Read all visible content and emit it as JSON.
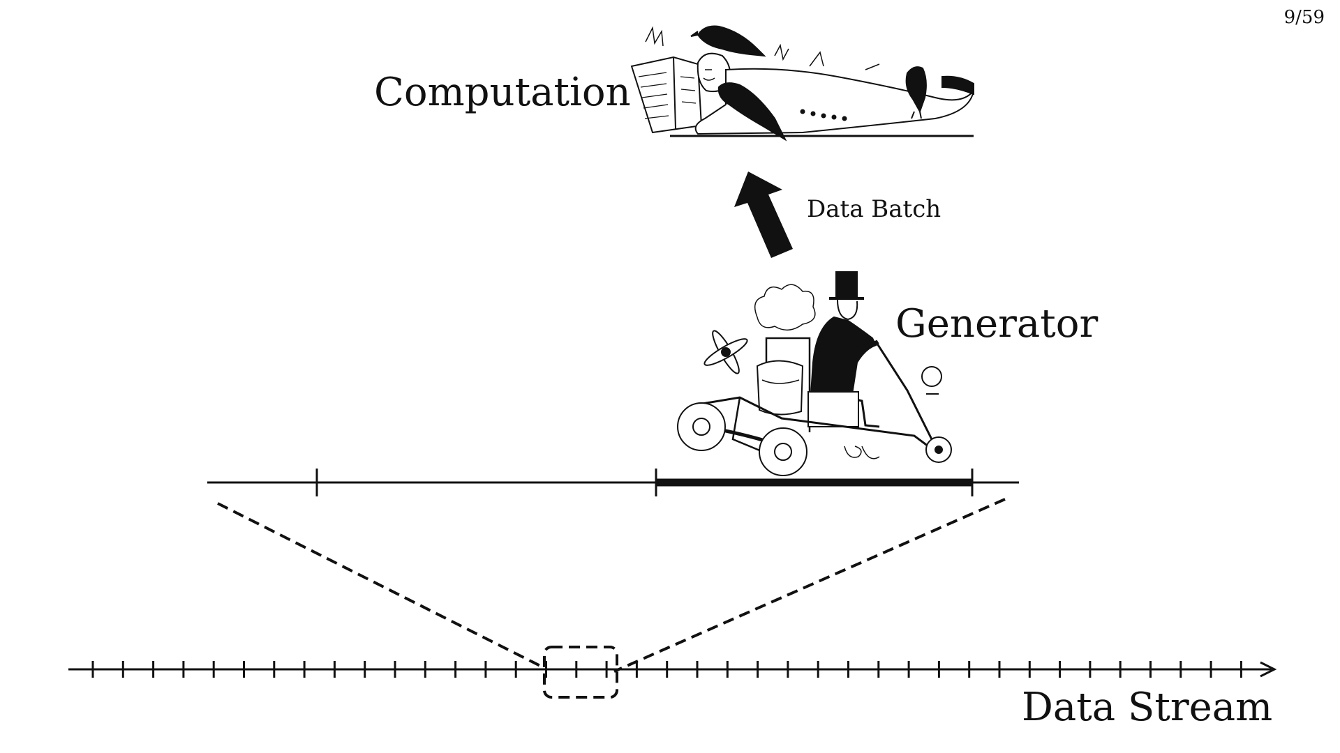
{
  "slide": {
    "page_current": "9",
    "page_total": "/59"
  },
  "labels": {
    "computation": "Computation",
    "data_batch": "Data Batch",
    "generator": "Generator",
    "data_stream": "Data Stream"
  },
  "illustrations": {
    "computation": "reading-man-with-crows-illustration",
    "generator": "steam-cart-with-top-hat-man-illustration"
  },
  "stream": {
    "tick_count": 39
  },
  "colors": {
    "ink": "#111111",
    "background": "#ffffff"
  }
}
